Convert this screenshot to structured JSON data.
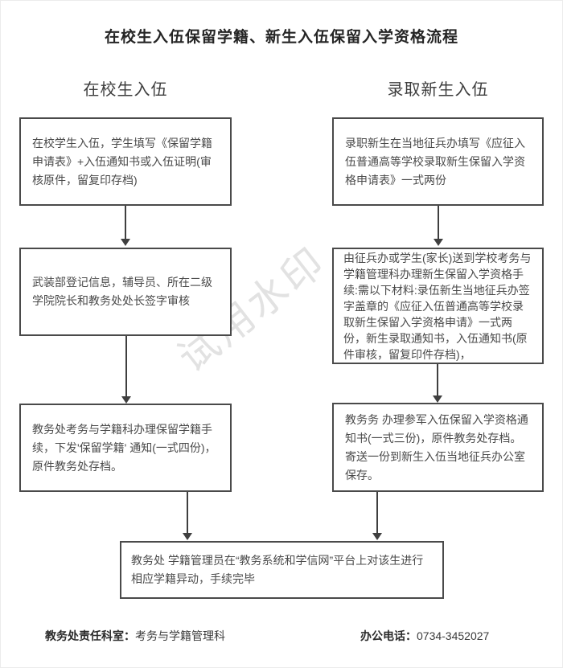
{
  "page": {
    "title": "在校生入伍保留学籍、新生入伍保留入学资格流程",
    "watermark": "试用水印"
  },
  "colors": {
    "box_border": "#4a4a4a",
    "box_text": "#4a4a4a",
    "arrow": "#3f3f3f",
    "watermark": "#e2e2e2",
    "title_text": "#252525"
  },
  "columns": {
    "left": {
      "header": "在校生入伍",
      "steps": [
        "在校学生入伍，学生填写《保留学籍申请表》+入伍通知书或入伍证明(审核原件，留复印存档)",
        "武装部登记信息，辅导员、所在二级学院院长和教务处处长签字审核",
        "教务处考务与学籍科办理保留学籍手续，下发'保留学籍' 通知(一式四份)，原件教务处存档。"
      ]
    },
    "right": {
      "header": "录取新生入伍",
      "steps": [
        "录职新生在当地征兵办填写《应征入伍普通高等学校录取新生保留入学资格申请表》一式两份",
        "由征兵办或学生(家长)送到学校考务与学籍管理科办理新生保留入学资格手续:需以下材料:录伍新生当地征兵办签字盖章的《应征入伍普通高等学校录取新生保留入学资格申请》一式两份，新生录取通知书，入伍通知书(原件审核，留复印件存档)，",
        "教务务 办理参军入伍保留入学资格通知书(一式三份)，原件教务处存档。寄送一份到新生入伍当地征兵办公室保存。"
      ]
    }
  },
  "final_step": "教务处 学籍管理员在“教务系统和学信网”平台上对该生进行相应学籍异动，手续完毕",
  "footer": {
    "department_label": "教务处责任科室：",
    "department_value": "考务与学籍管理科",
    "phone_label": "办公电话：",
    "phone_value": "0734-3452027"
  }
}
